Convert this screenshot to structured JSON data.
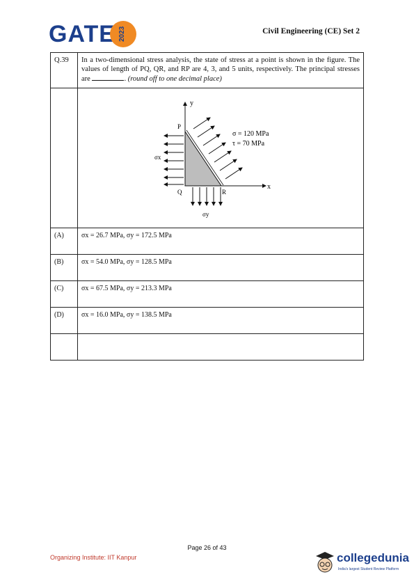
{
  "header": {
    "logo_text": "GATE",
    "logo_year": "2023",
    "paper_title": "Civil Engineering (CE) Set 2"
  },
  "question": {
    "number": "Q.39",
    "text_part1": "In a two-dimensional stress analysis, the state of stress at a point is shown in the figure. The values of length of PQ, QR, and RP are 4, 3, and 5 units, respectively. The principal stresses are ",
    "text_part2": ". ",
    "text_italic": "(round off to one decimal place)"
  },
  "figure": {
    "axis_y": "y",
    "axis_x": "x",
    "point_p": "P",
    "point_q": "Q",
    "point_r": "R",
    "sigma_x_label": "σx",
    "sigma_y_label": "σy",
    "sigma_value": "σ = 120 MPa",
    "tau_value": "τ = 70 MPa"
  },
  "options": [
    {
      "label": "(A)",
      "text": "σx = 26.7 MPa, σy = 172.5 MPa"
    },
    {
      "label": "(B)",
      "text": "σx = 54.0 MPa, σy = 128.5 MPa"
    },
    {
      "label": "(C)",
      "text": "σx = 67.5 MPa, σy = 213.3 MPa"
    },
    {
      "label": "(D)",
      "text": "σx = 16.0 MPa, σy = 138.5 MPa"
    }
  ],
  "footer": {
    "page_label": "Page 26 of 43",
    "organizer": "Organizing Institute: IIT Kanpur",
    "brand": "collegedunia",
    "brand_tagline": "India's largest Student Review Platform"
  }
}
